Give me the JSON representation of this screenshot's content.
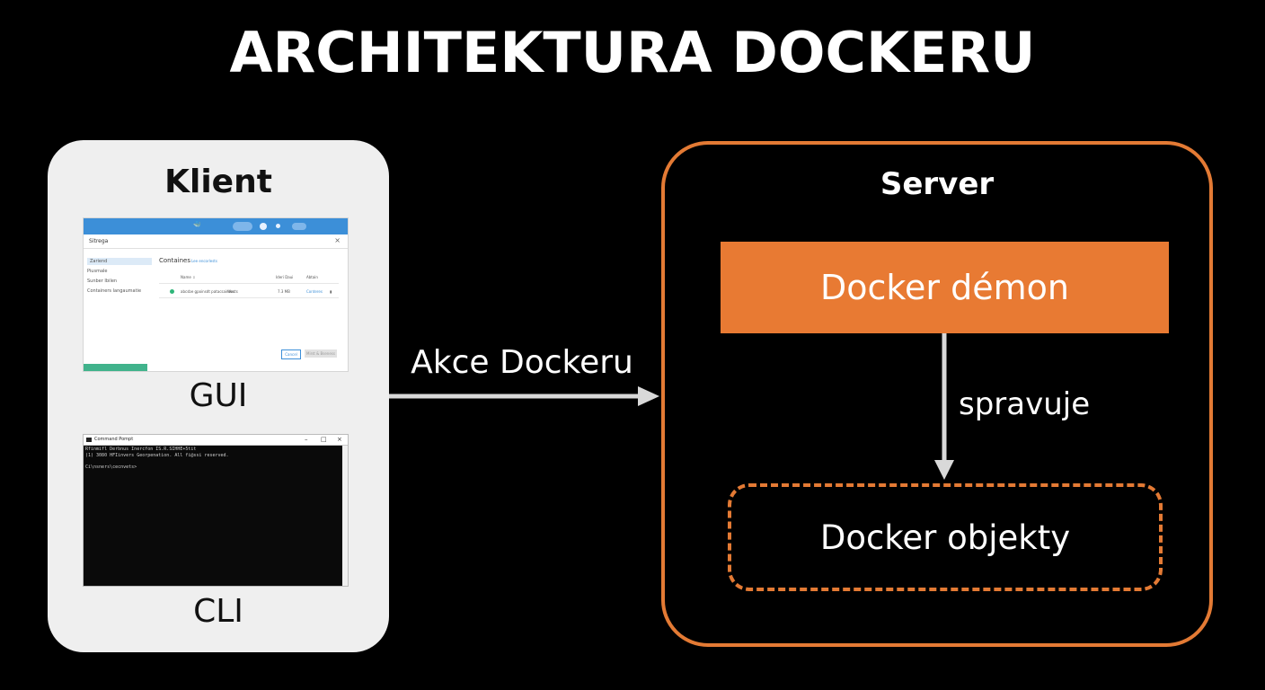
{
  "title": "ARCHITEKTURA DOCKERU",
  "client": {
    "title": "Klient",
    "gui_label": "GUI",
    "cli_label": "CLI",
    "gui_window": {
      "app_title": "Sitrega",
      "sidebar_items": [
        "Zariend",
        "Piusmale",
        "Sunber Ibilen",
        "Containers langaumatie"
      ],
      "heading": "Containes",
      "heading_sub": "Lee encorlests",
      "columns": [
        "Name ⇩",
        "Ideri Daui",
        "Abtain"
      ],
      "row": {
        "name": "abcsbe gpoinsdt patacsainers",
        "tag": "Wasts",
        "size": "7.3 MB",
        "action": "Conteres"
      },
      "cancel_button": "Cancel",
      "primary_button": "Mirst & Bseness"
    },
    "cli_window": {
      "title": "Command Pompt",
      "lines": [
        "Rfinmifl Derbnus Inercfon IS.R.SIHHE+5tit",
        "(1) 3080 HFIinvers Georpenation. All fi@ssi reserved.",
        "",
        "Ci\\nsners\\cecnvets>"
      ]
    }
  },
  "action_label": "Akce Dockeru",
  "server": {
    "title": "Server",
    "daemon_label": "Docker démon",
    "manages_label": "spravuje",
    "objects_label": "Docker objekty"
  },
  "colors": {
    "accent": "#e87a33",
    "background": "#000000",
    "client_panel": "#efefef",
    "arrow": "#d9d9d9"
  }
}
